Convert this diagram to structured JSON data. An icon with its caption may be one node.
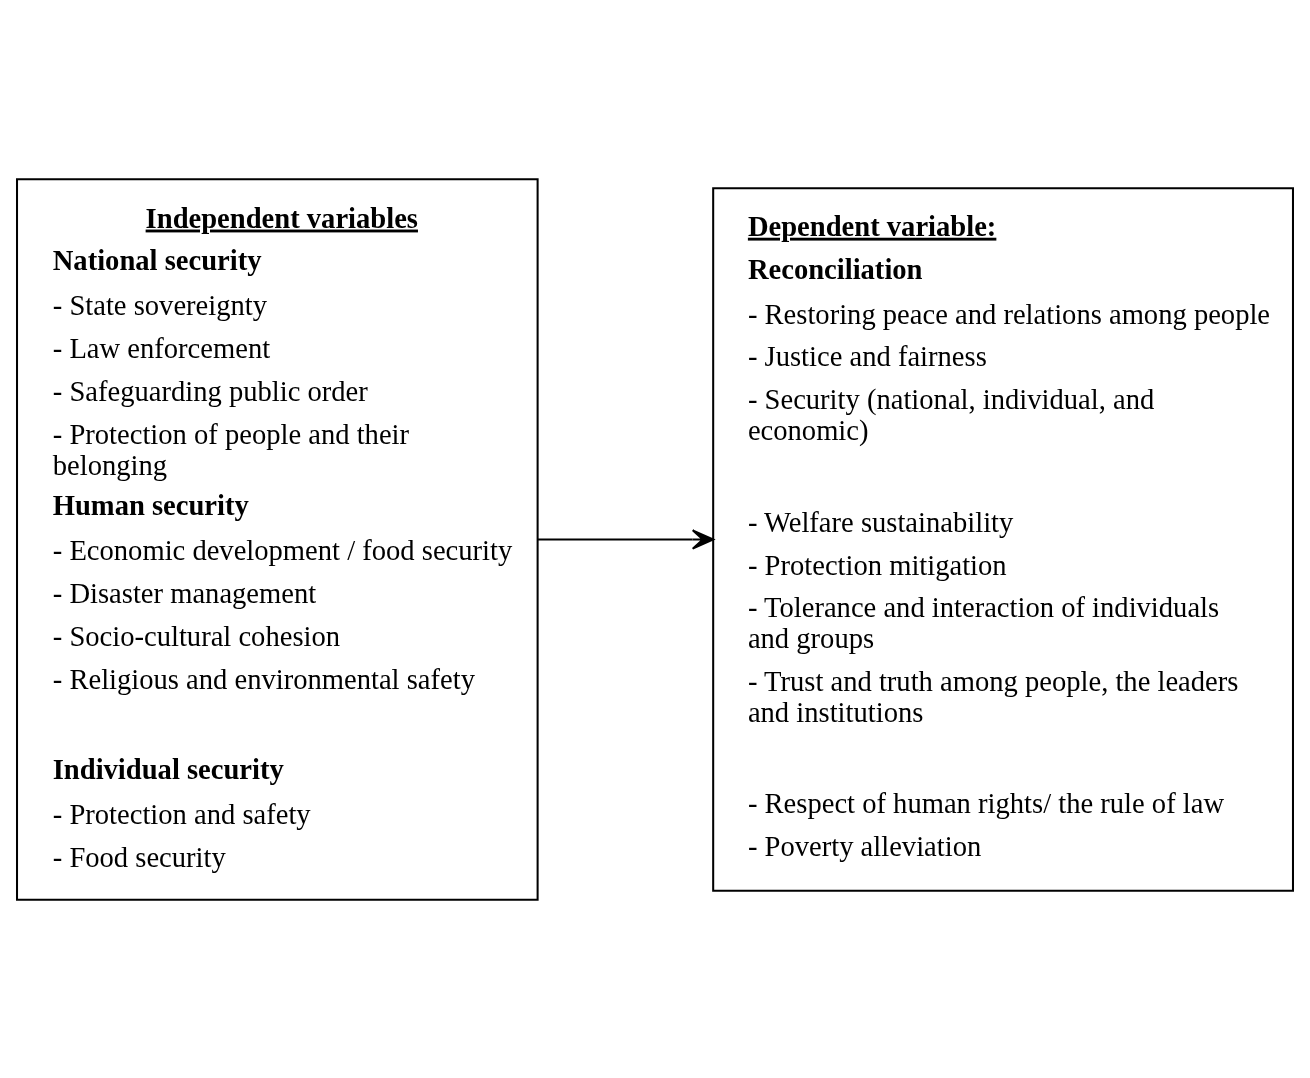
{
  "diagram": {
    "nodes": [
      {
        "text": [
          "Independent variables",
          "National security",
          "- State sovereignty",
          "- Law enforcement",
          "- Safeguarding public order",
          "- Protection of people and their belonging",
          "Human security",
          "- Economic development / food security",
          "- Disaster management",
          "- Socio-cultural cohesion",
          "- Religious and environmental safety",
          "Individual security",
          "- Protection and safety",
          "- Food security"
        ]
      },
      {
        "text": [
          "Dependent variable:",
          "Reconciliation",
          "- Restoring peace and relations among people",
          "- Justice and fairness",
          "- Security (national, individual, and economic)",
          "- Welfare sustainability",
          "- Protection mitigation",
          "- Tolerance and interaction of individuals and groups",
          "- Trust and truth among people, the leaders and institutions",
          "- Respect of human rights/ the rule of law",
          "- Poverty alleviation"
        ]
      }
    ],
    "edges": [
      {
        "from": 0,
        "to": 1,
        "arrow": "to"
      }
    ]
  }
}
